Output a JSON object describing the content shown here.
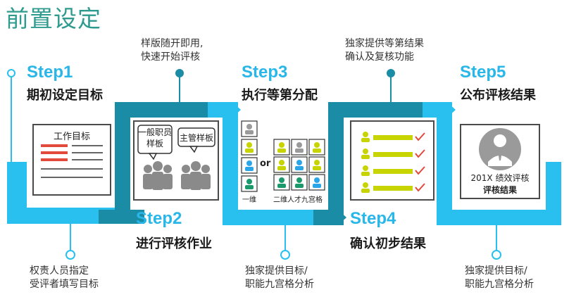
{
  "title": "前置设定",
  "steps": [
    {
      "label": "Step1",
      "heading": "期初设定目标"
    },
    {
      "label": "Step2",
      "heading": "进行评核作业"
    },
    {
      "label": "Step3",
      "heading": "执行等第分配"
    },
    {
      "label": "Step4",
      "heading": "确认初步结果"
    },
    {
      "label": "Step5",
      "heading": "公布评核结果"
    }
  ],
  "notes": {
    "n1": [
      "权责人员指定",
      "受评者填写目标"
    ],
    "n2": [
      "样版随开即用,",
      "快速开始评核"
    ],
    "n3": [
      "独家提供目标/",
      "职能九宫格分析"
    ],
    "n4": [
      "独家提供等第结果",
      "确认及复核功能"
    ],
    "n5": [
      "独家提供目标/",
      "职能九宫格分析"
    ]
  },
  "card1": {
    "title": "工作目标"
  },
  "card2": {
    "bubble1": [
      "一般职员",
      "样板"
    ],
    "bubble2": "主管样板"
  },
  "card3": {
    "or": "or",
    "caption1": "一维",
    "caption2": "二维人才九宫格"
  },
  "card5": {
    "line1": "201X 绩效评核",
    "line2": "评核结果"
  },
  "colors": {
    "track_light": "#29c0f0",
    "track_dark": "#1a8ca6",
    "title": "#2f9b8e",
    "step_text": "#29b6e8"
  }
}
